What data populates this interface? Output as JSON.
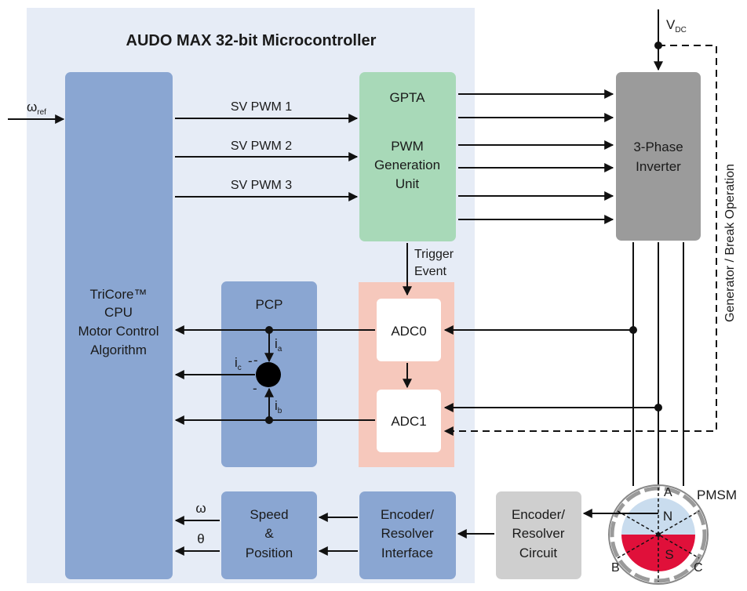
{
  "title": "AUDO MAX 32-bit Microcontroller",
  "inputs": {
    "omega_ref_symbol": "ω",
    "omega_ref_sub": "ref"
  },
  "cpu": {
    "line1": "TriCore™",
    "line2": "CPU",
    "line3": "Motor Control",
    "line4": "Algorithm"
  },
  "pwm_signals": [
    "SV PWM 1",
    "SV PWM 2",
    "SV PWM 3"
  ],
  "gpta": {
    "line1": "GPTA",
    "line2": "PWM",
    "line3": "Generation",
    "line4": "Unit"
  },
  "trigger": {
    "line1": "Trigger",
    "line2": "Event"
  },
  "pcp": {
    "label": "PCP"
  },
  "currents": {
    "ia": "i",
    "ia_sub": "a",
    "ib": "i",
    "ib_sub": "b",
    "ic": "i",
    "ic_sub": "c",
    "minus": "-"
  },
  "adc": {
    "adc0": "ADC0",
    "adc1": "ADC1"
  },
  "inverter": {
    "line1": "3-Phase",
    "line2": "Inverter"
  },
  "vdc": {
    "symbol": "V",
    "sub": "DC"
  },
  "side_label": "Generator / Break Operation",
  "speed_block": {
    "line1": "Speed",
    "line2": "&",
    "line3": "Position"
  },
  "outputs": {
    "omega": "ω",
    "theta": "θ"
  },
  "encoder_interface": {
    "line1": "Encoder/",
    "line2": "Resolver",
    "line3": "Interface"
  },
  "encoder_circuit": {
    "line1": "Encoder/",
    "line2": "Resolver",
    "line3": "Circuit"
  },
  "motor": {
    "label": "PMSM",
    "phase_a": "A",
    "phase_b": "B",
    "phase_c": "C",
    "north": "N",
    "south": "S"
  },
  "colors": {
    "mcu_bg": "#e6ecf6",
    "block_blue": "#8aa6d2",
    "gpta_green": "#a8d9b8",
    "adc_pink": "#f6c8bc",
    "inverter_gray": "#9b9b9b",
    "circuit_gray": "#cfcfcf",
    "north_blue": "#c9dcee",
    "south_red": "#e0103a"
  }
}
